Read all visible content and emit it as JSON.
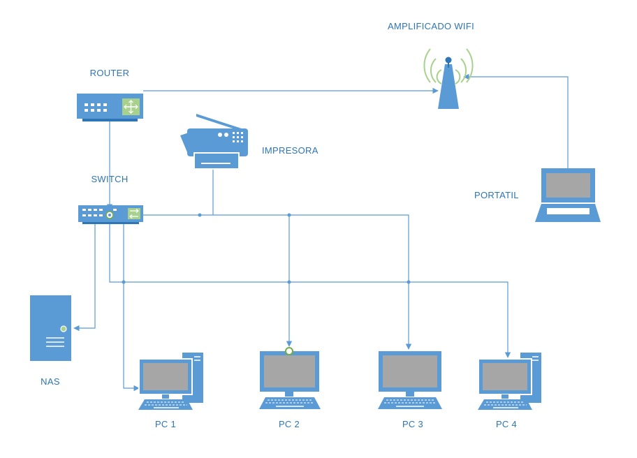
{
  "colors": {
    "device": "#5b9bd5",
    "device_dark": "#2e75b6",
    "line": "#5b9bd5",
    "screen": "#a6a6a6",
    "label": "#2e75b6",
    "accent_green": "#70ad47",
    "router_panel": "#a9d18e"
  },
  "labels": {
    "router": "ROUTER",
    "switch": "SWITCH",
    "impresora": "IMPRESORA",
    "amplificador": "AMPLIFICADO WIFI",
    "portatil": "PORTATIL",
    "nas": "NAS",
    "pc1": "PC 1",
    "pc2": "PC 2",
    "pc3": "PC 3",
    "pc4": "PC 4"
  },
  "icons": {
    "router": "router-icon",
    "switch": "switch-icon",
    "printer": "printer-icon",
    "wifi": "wifi-antenna-icon",
    "laptop": "laptop-icon",
    "server": "server-tower-icon",
    "pc": "desktop-pc-icon"
  }
}
